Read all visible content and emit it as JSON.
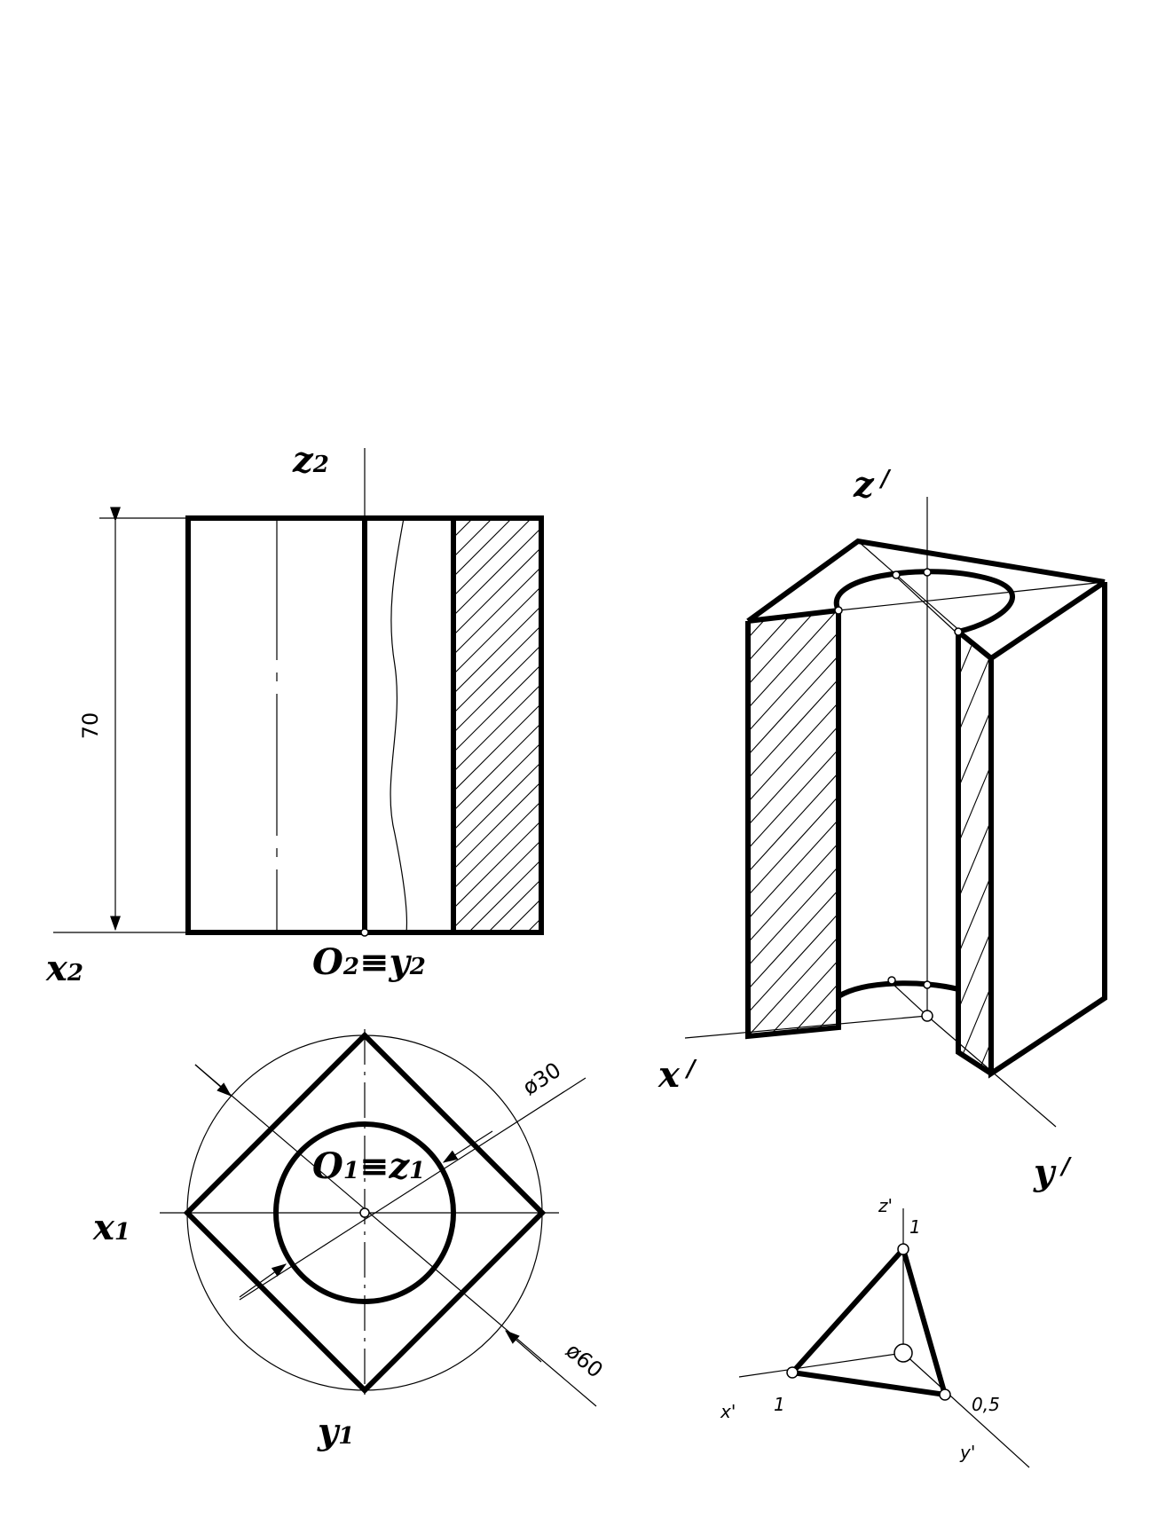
{
  "front_view": {
    "z_axis": {
      "main": "z",
      "sub": "2"
    },
    "x_axis": {
      "main": "x",
      "sub": "2"
    },
    "origin": {
      "main": "O",
      "sub": "2",
      "eq": "≡",
      "y_main": "y",
      "y_sub": "2"
    },
    "height_dim": "70"
  },
  "top_view": {
    "x_axis": {
      "main": "x",
      "sub": "1"
    },
    "y_axis": {
      "main": "y",
      "sub": "1"
    },
    "origin": {
      "main": "O",
      "sub": "1",
      "eq": "≡",
      "z_main": "z",
      "z_sub": "1"
    },
    "inner_dia": "ø30",
    "outer_dia": "ø60"
  },
  "axonometric": {
    "z_axis": "z",
    "x_axis": "x",
    "y_axis": "y",
    "prime": "/"
  },
  "coefficients": {
    "z_label": "z'",
    "x_label": "x'",
    "y_label": "y'",
    "z_value": "1",
    "x_value": "1",
    "y_value": "0,5"
  }
}
